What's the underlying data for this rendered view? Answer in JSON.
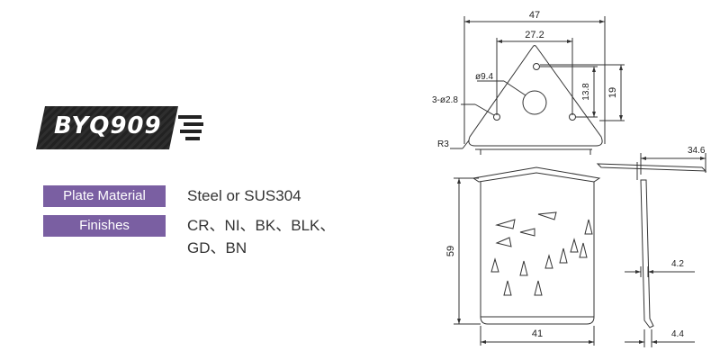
{
  "product": {
    "code": "BYQ909"
  },
  "specs": [
    {
      "label": "Plate Material",
      "value": "Steel or SUS304"
    },
    {
      "label": "Finishes",
      "value_line1": "CR、NI、BK、BLK、",
      "value_line2": "GD、BN"
    }
  ],
  "drawing": {
    "dim_width": "47",
    "dim_hole_spacing": "27.2",
    "dim_center_hole": "ø9.4",
    "dim_small_holes": "3-ø2.8",
    "dim_height_inner": "13.8",
    "dim_height_outer": "19",
    "dim_radius": "R3",
    "dim_side_width": "34.6",
    "dim_plate_height": "59",
    "dim_plate_width": "41",
    "dim_side_upper": "4.2",
    "dim_side_lower": "4.4"
  },
  "colors": {
    "label_bg": "#7a5fa2",
    "badge_bg": "#222222",
    "line": "#333333"
  }
}
